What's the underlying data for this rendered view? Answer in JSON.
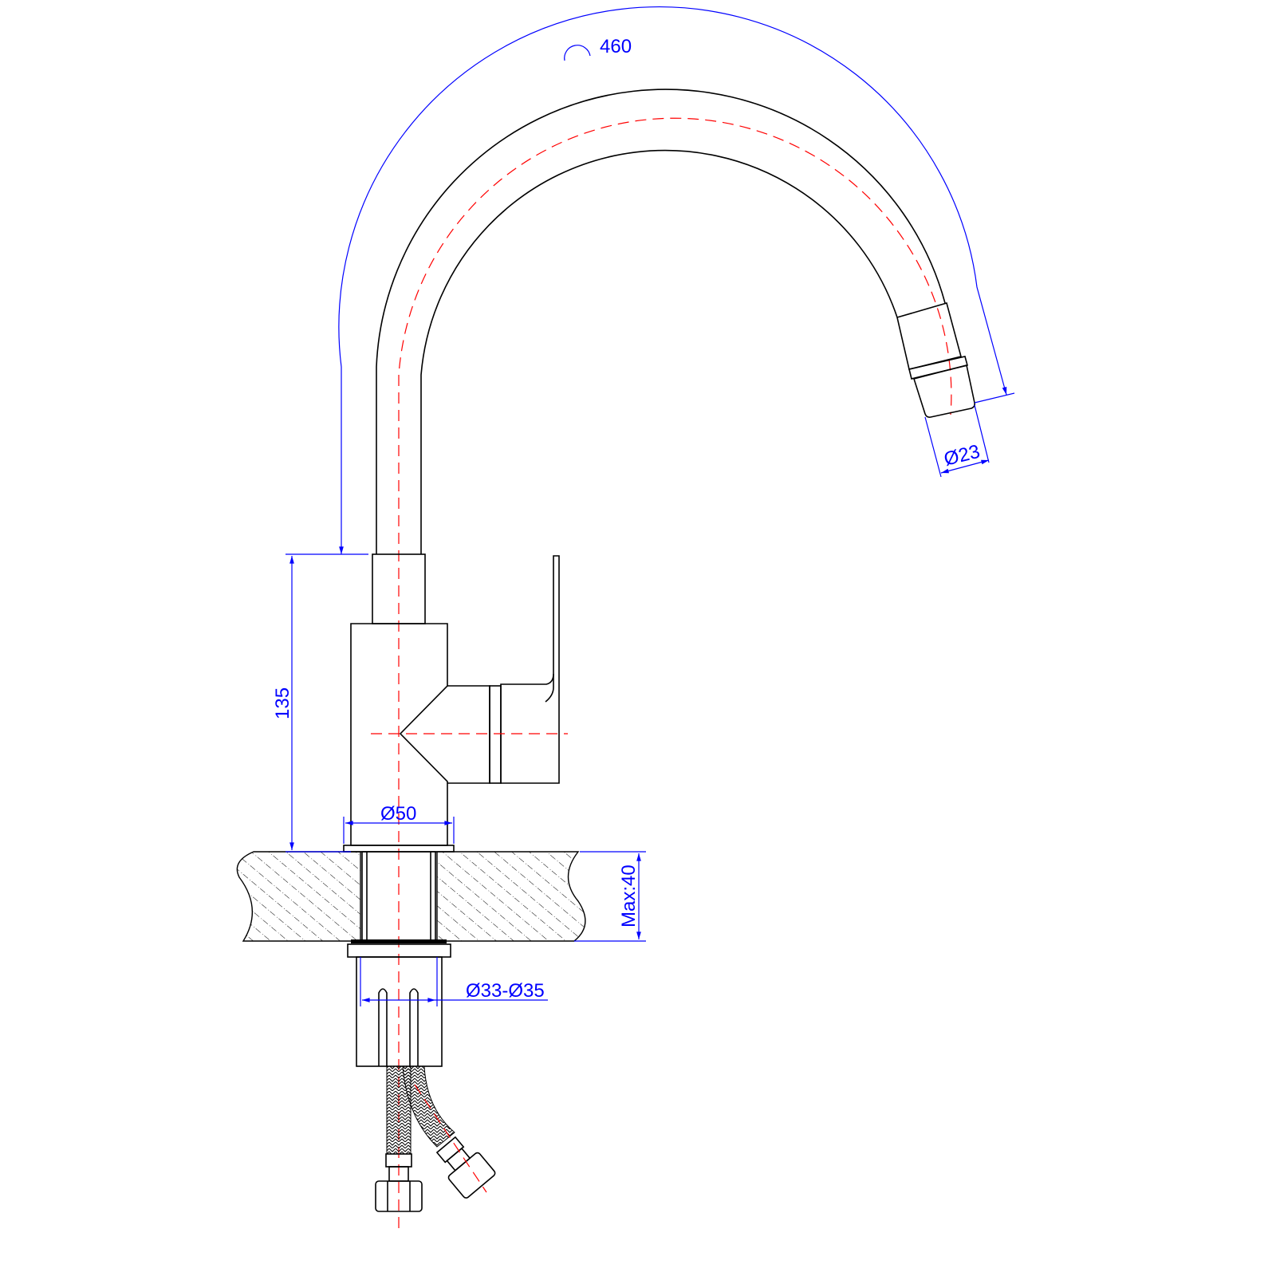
{
  "drawing": {
    "title": "Kitchen faucet dimension drawing",
    "dimensions": {
      "spout_arc_length": "460",
      "outlet_diameter": "Ø23",
      "body_height": "135",
      "base_diameter": "Ø50",
      "max_countertop_thickness": "Max:40",
      "mounting_hole_diameter": "Ø33-Ø35"
    },
    "colors": {
      "outline": "#000000",
      "dimension": "#0000ff",
      "centerline": "#ff0000"
    }
  }
}
